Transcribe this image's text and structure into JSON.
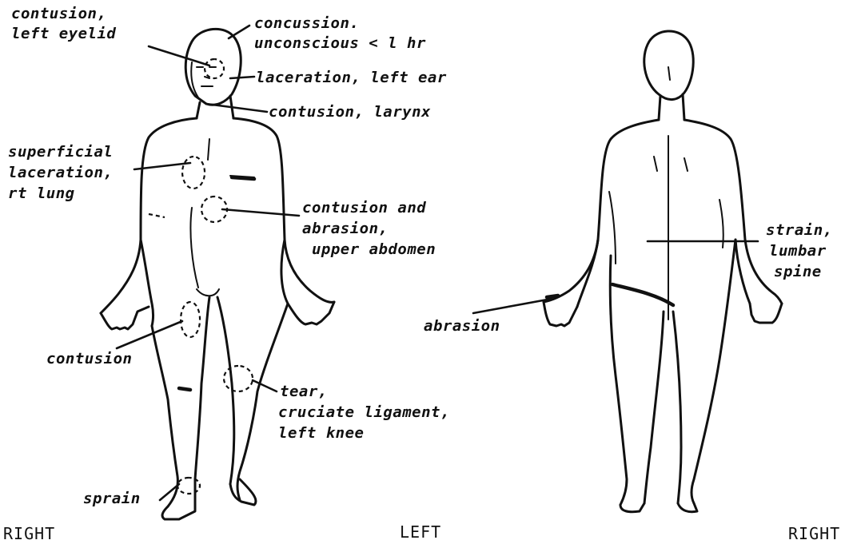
{
  "side_labels": {
    "front_right": "RIGHT",
    "center_left": "LEFT",
    "back_right": "RIGHT"
  },
  "injuries": {
    "eyelid": [
      "contusion,",
      "left eyelid"
    ],
    "concussion": [
      "concussion.",
      "unconscious < l hr"
    ],
    "ear": [
      "laceration, left ear"
    ],
    "larynx": [
      "contusion, larynx"
    ],
    "lung": [
      "superficial",
      "laceration,",
      "rt lung"
    ],
    "abdomen": [
      "contusion and",
      "abrasion,",
      " upper abdomen"
    ],
    "thigh": [
      "contusion"
    ],
    "knee": [
      "tear,",
      "cruciate ligament,",
      "left knee"
    ],
    "ankle": [
      "sprain"
    ],
    "lumbar": [
      "strain,",
      "lumbar",
      "spine"
    ],
    "hand_abrasion": [
      "abrasion"
    ]
  }
}
